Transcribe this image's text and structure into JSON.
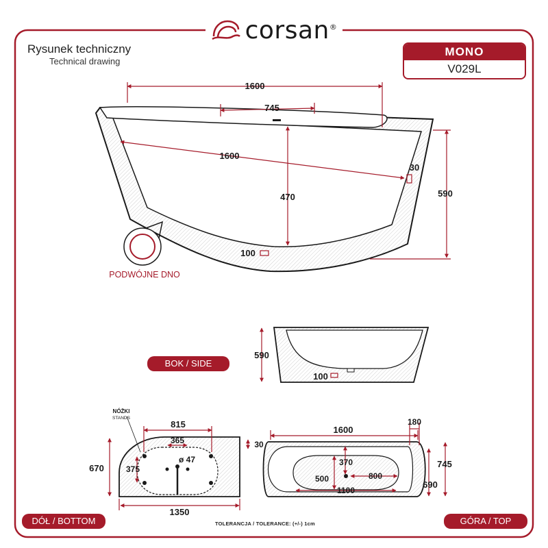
{
  "brand": {
    "name": "corsan",
    "reg": "®",
    "logo_icon": "wave-swirl-icon"
  },
  "titles": {
    "pl": "Rysunek techniczny",
    "en": "Technical drawing"
  },
  "model": {
    "name": "MONO",
    "code": "V029L"
  },
  "colors": {
    "accent": "#a51b2a",
    "ink": "#1a1a1a",
    "fill": "#ffffff"
  },
  "labels": {
    "side": "BOK / SIDE",
    "bottom": "DÓŁ / BOTTOM",
    "top": "GÓRA / TOP",
    "double_bottom": "PODWÓJNE DNO",
    "stands_pl": "NÓŻKI",
    "stands_en": "STANDS",
    "tolerance": "TOLERANCJA / TOLERANCE: (+/-) 1cm"
  },
  "dims_main": {
    "top_length": "1600",
    "drain_offset": "745",
    "inner_length": "1600",
    "wall": "30",
    "depth": "470",
    "height": "590",
    "base": "100"
  },
  "dims_side": {
    "height": "590",
    "base": "100"
  },
  "dims_bottom": {
    "feet_span": "815",
    "drain_span": "365",
    "drain_dia": "ø 47",
    "feet_offset": "375",
    "width": "670",
    "length": "1350"
  },
  "dims_top": {
    "length": "1600",
    "rim": "180",
    "wall": "30",
    "drain_y": "370",
    "inner_w": "500",
    "drain_x": "800",
    "inner_l": "1100",
    "outer_w": "745",
    "inner_total": "690"
  }
}
